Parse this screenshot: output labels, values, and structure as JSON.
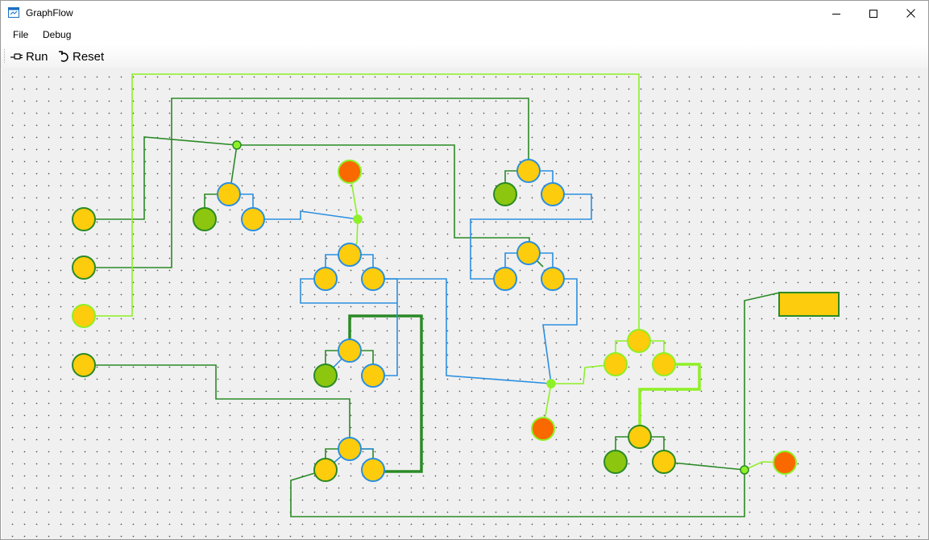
{
  "window": {
    "title": "GraphFlow",
    "icon": "app-window-icon"
  },
  "menu": {
    "items": [
      "File",
      "Debug"
    ]
  },
  "toolbar": {
    "run_label": "Run",
    "reset_label": "Reset"
  },
  "colors": {
    "dark_green": "#2a8a26",
    "light_green": "#8ef026",
    "blue": "#2a8fe0",
    "yellow": "#fdcc0c",
    "orange": "#fa6800",
    "olive": "#8cc60e"
  }
}
